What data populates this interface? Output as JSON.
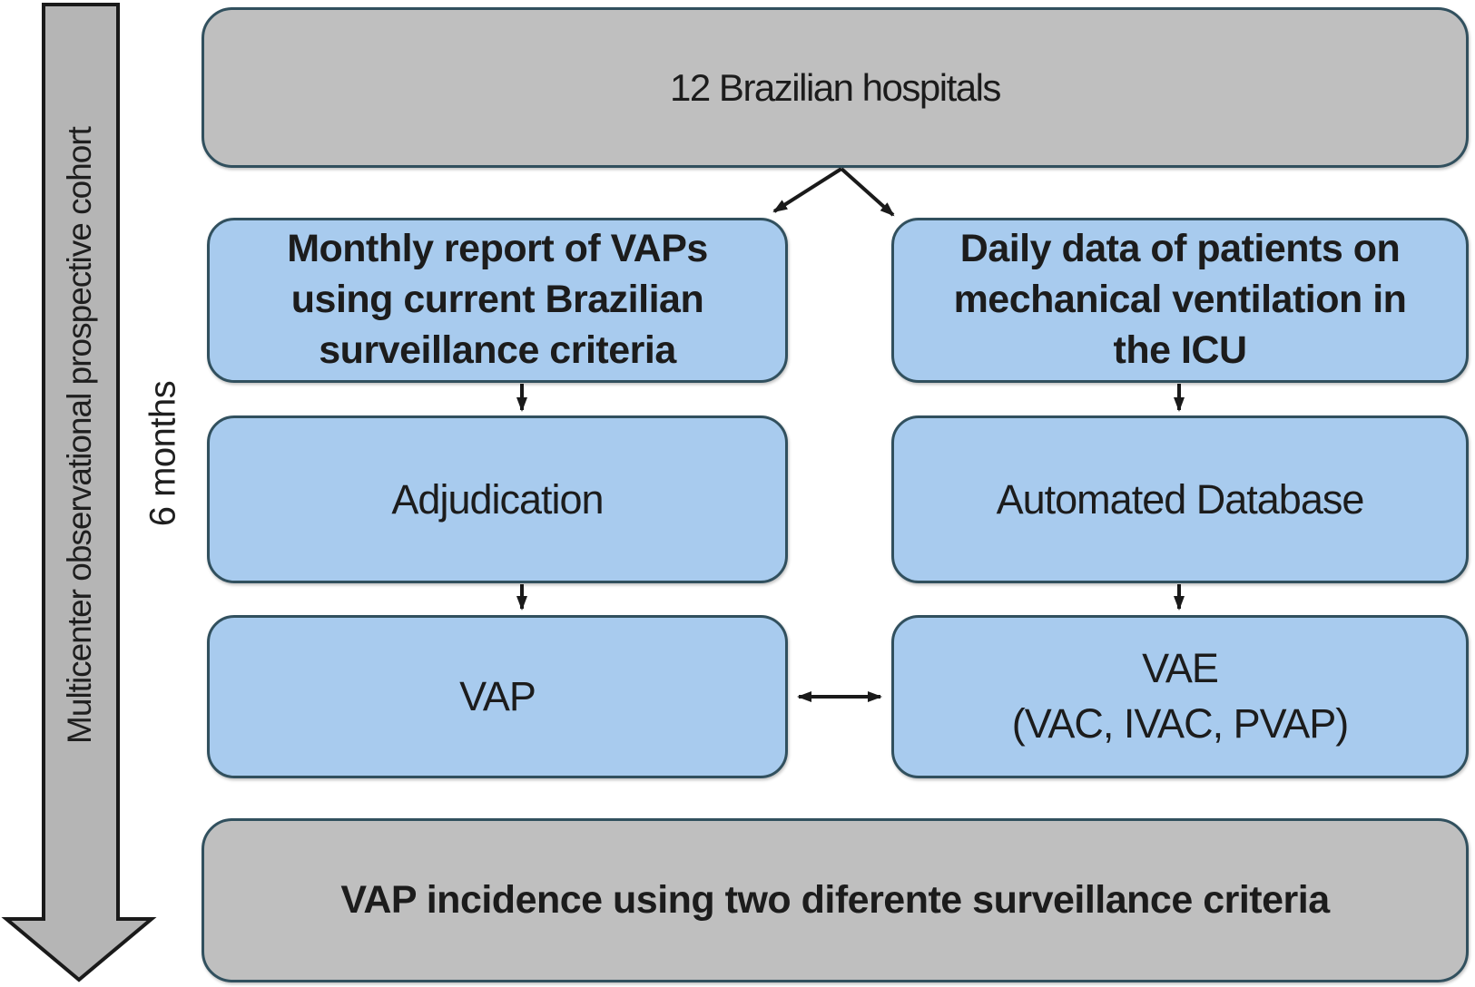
{
  "diagram": {
    "side_arrow_label": "Multicenter observational prospective cohort",
    "duration_label": "6 months",
    "boxes": {
      "hospitals": "12 Brazilian hospitals",
      "monthly_report": "Monthly report of VAPs using current Brazilian surveillance criteria",
      "daily_data": "Daily data of patients on mechanical ventilation in the ICU",
      "adjudication": "Adjudication",
      "automated_database": "Automated Database",
      "vap": "VAP",
      "vae_line1": "VAE",
      "vae_line2": "(VAC, IVAC, PVAP)",
      "outcome": "VAP incidence using two diferente surveillance criteria"
    },
    "colors": {
      "box_blue_fill": "#a8cbee",
      "box_gray_fill": "#bfbfbf",
      "box_border": "#31505e",
      "timeline_arrow_fill": "#b5b5b5",
      "timeline_arrow_border": "#1a1a1a",
      "connector": "#1a1a1a",
      "text": "#1c1c1c",
      "background": "#ffffff"
    }
  }
}
